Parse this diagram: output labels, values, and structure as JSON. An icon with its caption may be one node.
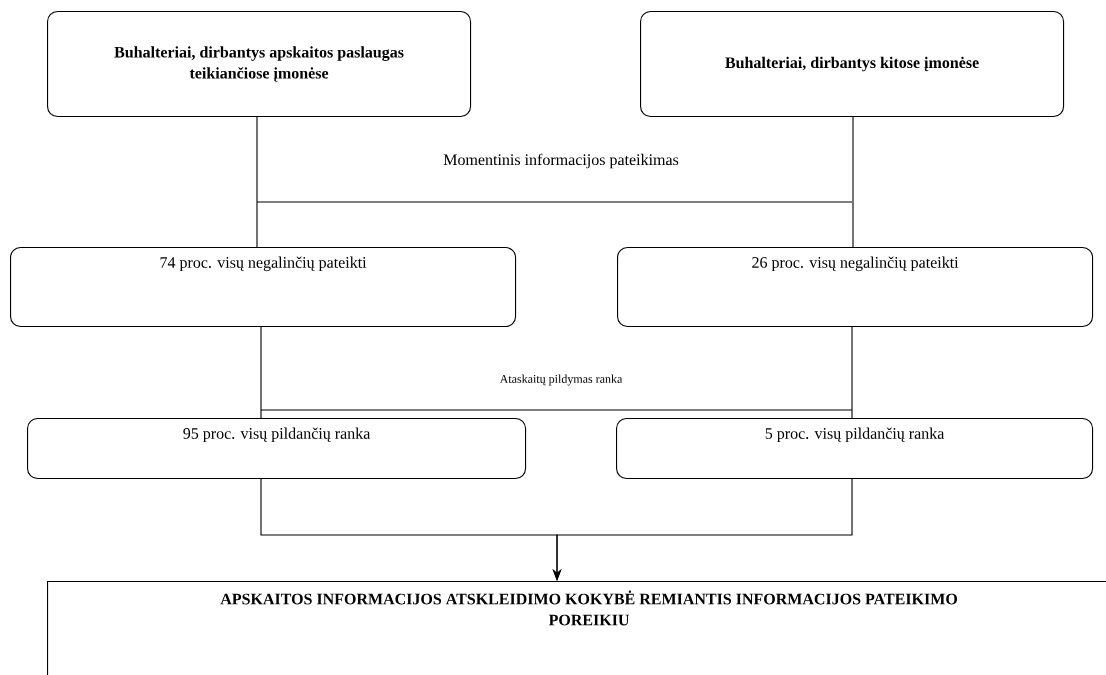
{
  "diagram": {
    "nodes": [
      {
        "text": [
          "Buhalteriai, dirbantys apskaitos paslaugas teikiančiose įmonėse"
        ]
      },
      {
        "text": [
          "Buhalteriai, dirbantys kitose įmonėse"
        ]
      },
      {
        "text": [
          "74 proc. visų negalinčių pateikti"
        ]
      },
      {
        "text": [
          "26 proc. visų negalinčių pateikti"
        ]
      },
      {
        "text": [
          "95 proc. visų pildančių ranka"
        ]
      },
      {
        "text": [
          "5 proc. visų pildančių ranka"
        ]
      },
      {
        "text": [
          "APSKAITOS INFORMACIJOS ATSKLEIDIMO KOKYBĖ REMIANTIS INFORMACIJOS PATEIKIMO POREIKIU"
        ]
      }
    ],
    "edges": [
      {
        "from": 0,
        "to": 2,
        "arrow": "none"
      },
      {
        "from": 1,
        "to": 3,
        "arrow": "none"
      },
      {
        "from": 2,
        "to": 4,
        "arrow": "none"
      },
      {
        "from": 3,
        "to": 5,
        "arrow": "none"
      },
      {
        "from": 4,
        "to": 6,
        "arrow": "to"
      },
      {
        "from": 5,
        "to": 6,
        "arrow": "to"
      }
    ],
    "labels": [
      "Momentinis informacijos pateikimas",
      "Ataskaitų pildymas ranka"
    ]
  }
}
